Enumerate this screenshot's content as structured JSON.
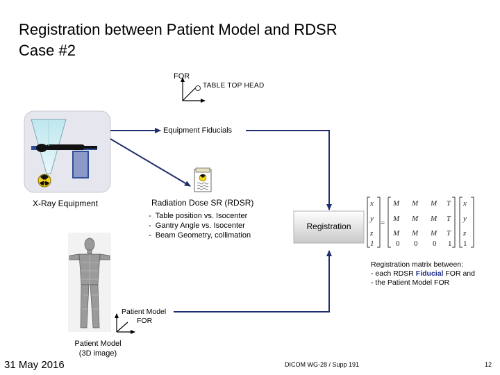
{
  "slide": {
    "title_line1": "Registration between Patient Model and RDSR",
    "title_line2": "Case #2",
    "date": "31 May 2016",
    "footer": "DICOM WG-28 / Supp 191",
    "page_number": "12"
  },
  "diagram": {
    "for_label": "FOR",
    "table_top_head": "TABLE TOP HEAD",
    "equipment_fiducials": "Equipment Fiducials",
    "xray_equipment": "X-Ray Equipment",
    "rdsr_title": "Radiation Dose SR (RDSR)",
    "rdsr_items": [
      "Table position vs. Isocenter",
      "Gantry Angle vs. Isocenter",
      "Beam Geometry, collimation"
    ],
    "registration": "Registration",
    "registration_desc": [
      "Registration matrix between:",
      "- each RDSR ",
      "Fiducial",
      " FOR and",
      "- the Patient Model FOR"
    ],
    "patient_model_for": [
      "Patient Model",
      "FOR"
    ],
    "patient_model": "Patient Model",
    "patient_model_sub": "(3D image)"
  },
  "colors": {
    "arrow": "#1f2d6e",
    "fiducial_blue": "#1f2d8a",
    "xray_box": "#e6e6ee",
    "xray_table": "#2f4e9a"
  }
}
